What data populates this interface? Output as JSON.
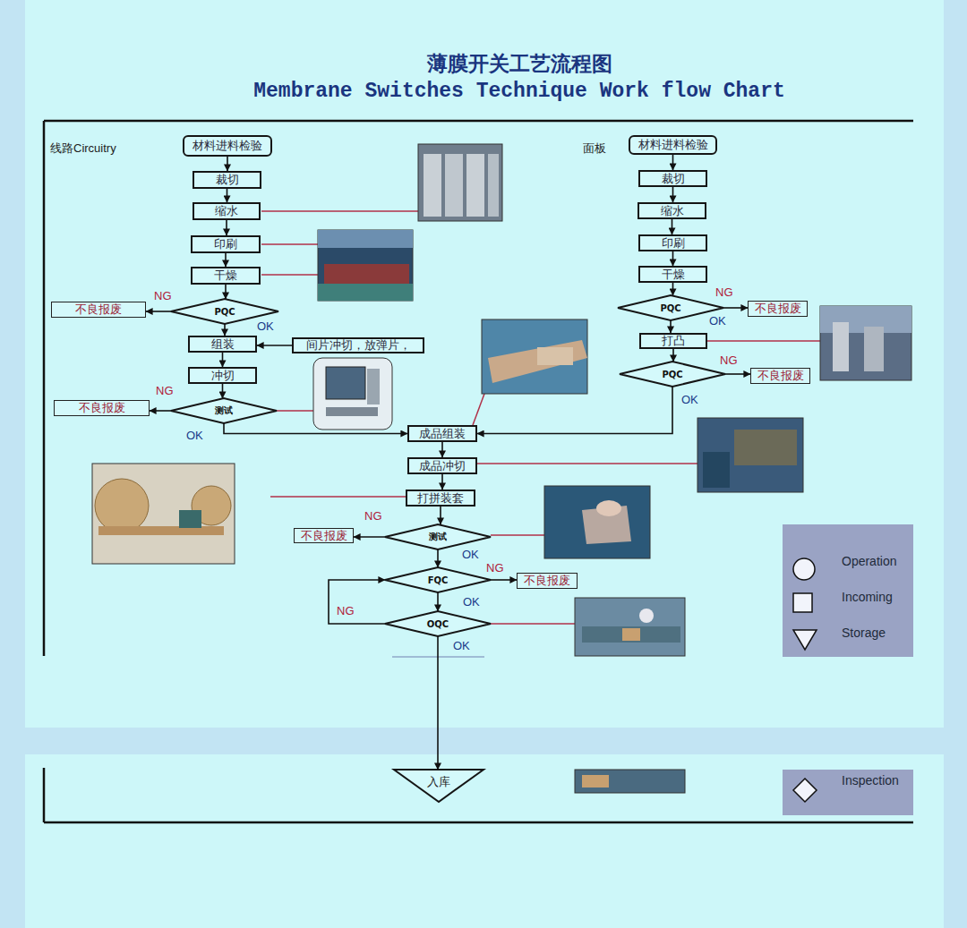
{
  "diagram": {
    "title": "薄膜开关工艺流程图",
    "nodes": [
      {
        "text": [
          "材料进料检验"
        ]
      },
      {
        "text": [
          "裁切"
        ]
      },
      {
        "text": [
          "缩水"
        ]
      },
      {
        "text": [
          "印刷"
        ]
      },
      {
        "text": [
          "干燥"
        ]
      },
      {
        "text": [
          "PQC"
        ]
      },
      {
        "text": [
          "不良报废"
        ]
      },
      {
        "text": [
          "组装"
        ]
      },
      {
        "text": [
          "间片冲切，放弹片，"
        ]
      },
      {
        "text": [
          "冲切"
        ]
      },
      {
        "text": [
          "测试"
        ]
      },
      {
        "text": [
          "不良报废"
        ]
      },
      {
        "text": [
          "材料进料检验"
        ]
      },
      {
        "text": [
          "裁切"
        ]
      },
      {
        "text": [
          "缩水"
        ]
      },
      {
        "text": [
          "印刷"
        ]
      },
      {
        "text": [
          "干燥"
        ]
      },
      {
        "text": [
          "PQC"
        ]
      },
      {
        "text": [
          "不良报废"
        ]
      },
      {
        "text": [
          "打凸"
        ]
      },
      {
        "text": [
          "PQC"
        ]
      },
      {
        "text": [
          "不良报废"
        ]
      },
      {
        "text": [
          "成品组装"
        ]
      },
      {
        "text": [
          "成品冲切"
        ]
      },
      {
        "text": [
          "打拼装套"
        ]
      },
      {
        "text": [
          "测试"
        ]
      },
      {
        "text": [
          "不良报废"
        ]
      },
      {
        "text": [
          "FQC"
        ]
      },
      {
        "text": [
          "不良报废"
        ]
      },
      {
        "text": [
          "OQC"
        ]
      },
      {
        "text": [
          "入库"
        ]
      }
    ],
    "edges": [
      {
        "from": 0,
        "to": 1,
        "arrow": "to"
      },
      {
        "from": 1,
        "to": 2,
        "arrow": "to"
      },
      {
        "from": 2,
        "to": 3,
        "arrow": "to"
      },
      {
        "from": 3,
        "to": 4,
        "arrow": "to"
      },
      {
        "from": 4,
        "to": 5,
        "arrow": "to"
      },
      {
        "from": 5,
        "to": 6,
        "label": "NG",
        "arrow": "to"
      },
      {
        "from": 5,
        "to": 7,
        "label": "OK",
        "arrow": "to"
      },
      {
        "from": 8,
        "to": 7,
        "arrow": "to"
      },
      {
        "from": 7,
        "to": 9,
        "arrow": "to"
      },
      {
        "from": 9,
        "to": 10,
        "arrow": "to"
      },
      {
        "from": 10,
        "to": 11,
        "label": "NG",
        "arrow": "to"
      },
      {
        "from": 10,
        "to": 22,
        "label": "OK",
        "arrow": "to"
      },
      {
        "from": 12,
        "to": 13,
        "arrow": "to"
      },
      {
        "from": 13,
        "to": 14,
        "arrow": "to"
      },
      {
        "from": 14,
        "to": 15,
        "arrow": "to"
      },
      {
        "from": 15,
        "to": 16,
        "arrow": "to"
      },
      {
        "from": 16,
        "to": 17,
        "arrow": "to"
      },
      {
        "from": 17,
        "to": 18,
        "label": "NG",
        "arrow": "to"
      },
      {
        "from": 17,
        "to": 19,
        "label": "OK",
        "arrow": "to"
      },
      {
        "from": 19,
        "to": 20,
        "arrow": "to"
      },
      {
        "from": 20,
        "to": 21,
        "label": "NG",
        "arrow": "to"
      },
      {
        "from": 20,
        "to": 22,
        "label": "OK",
        "arrow": "to"
      },
      {
        "from": 22,
        "to": 23,
        "arrow": "to"
      },
      {
        "from": 23,
        "to": 24,
        "arrow": "to"
      },
      {
        "from": 24,
        "to": 25,
        "arrow": "to"
      },
      {
        "from": 25,
        "to": 26,
        "label": "NG",
        "arrow": "to"
      },
      {
        "from": 25,
        "to": 27,
        "label": "OK",
        "arrow": "to"
      },
      {
        "from": 27,
        "to": 28,
        "label": "NG",
        "arrow": "to"
      },
      {
        "from": 27,
        "to": 29,
        "label": "OK",
        "arrow": "to"
      },
      {
        "from": 29,
        "to": 27,
        "label": "NG",
        "arrow": "to"
      },
      {
        "from": 29,
        "to": 30,
        "label": "OK",
        "arrow": "to"
      }
    ],
    "labels": [
      "Membrane Switches Technique Work flow Chart",
      "线路Circuitry",
      "面板"
    ],
    "legend": [
      {
        "text": "Operation"
      },
      {
        "text": "Incoming"
      },
      {
        "text": "Storage"
      },
      {
        "text": "Inspection"
      }
    ]
  }
}
